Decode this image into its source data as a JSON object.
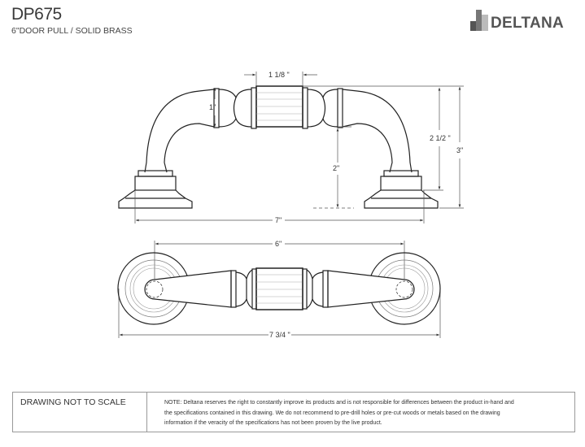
{
  "header": {
    "model": "DP675",
    "description": "6\"DOOR PULL / SOLID BRASS",
    "brand": "DELTANA"
  },
  "dimensions": {
    "barrel_width": "1 1/8 \"",
    "bar_height": "1\"",
    "clearance": "2\"",
    "bar_top_height": "2 1/2 \"",
    "overall_height": "3\"",
    "overall_base_width": "7\"",
    "center_to_center": "6\"",
    "overall_length": "7 3/4 \""
  },
  "footer": {
    "scale_note": "DRAWING NOT TO SCALE",
    "note_lines": [
      "NOTE: Deltana reserves the right to constantly improve its products and is not responsible for differences between the product in-hand and",
      "the specifications contained in this drawing. We do not recommend to pre-drill holes or pre-cut woods or metals based on the drawing",
      "information if the veracity of the specifications has not been proven by the live product."
    ]
  }
}
